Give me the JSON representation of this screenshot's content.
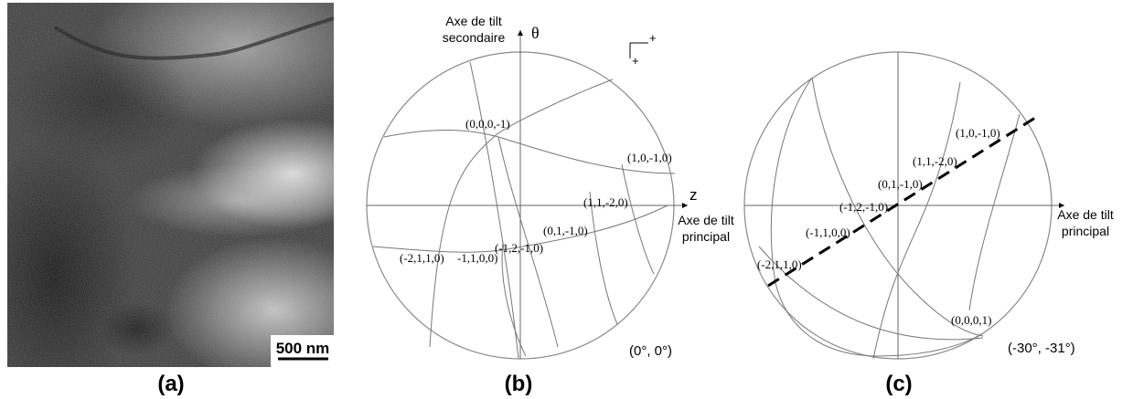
{
  "figure": {
    "panel_a": {
      "label": "(a)",
      "scale_bar": "500 nm"
    },
    "panel_b": {
      "label": "(b)",
      "axis_top_label_line1": "Axe de tilt",
      "axis_top_label_line2": "secondaire",
      "theta_label": "θ",
      "z_label": "z",
      "axis_right_label_line1": "Axe de tilt",
      "axis_right_label_line2": "principal",
      "tilt_reading": "(0°, 0°)",
      "orientation_plus_x": "+",
      "orientation_plus_y": "+",
      "poles": [
        "(0,0,0,-1)",
        "(1,0,-1,0)",
        "(1,1,-2,0)",
        "(0,1,-1,0)",
        "(-1,2,-1,0)",
        "(-2,1,1,0)",
        "-1,1,0,0)"
      ]
    },
    "panel_c": {
      "label": "(c)",
      "axis_right_label_line1": "Axe de tilt",
      "axis_right_label_line2": "principal",
      "tilt_reading": "(-30°, -31°)",
      "poles": [
        "(1,0,-1,0)",
        "(1,1,-2,0)",
        "(0,1,-1,0)",
        "(-1,2,-1,0)",
        "(-1,1,0,0)",
        "(-2,1,1,0)",
        "(0,0,0,1)"
      ]
    }
  }
}
